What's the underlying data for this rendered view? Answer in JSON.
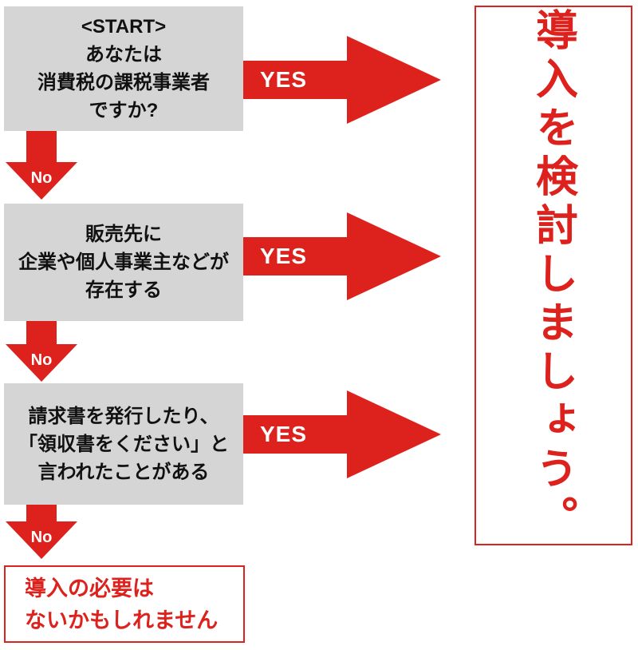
{
  "colors": {
    "accent_red": "#dd221e",
    "box_gray": "#d5d5d5",
    "text_dark": "#111111",
    "arrow_label_white": "#ffffff"
  },
  "steps": [
    {
      "lines": [
        "<START>",
        "あなたは",
        "消費税の課税事業者",
        "ですか?"
      ],
      "yes_label": "YES",
      "no_label": "No"
    },
    {
      "lines": [
        "販売先に",
        "企業や個人事業主などが",
        "存在する"
      ],
      "yes_label": "YES",
      "no_label": "No"
    },
    {
      "lines": [
        "請求書を発行したり、",
        "「領収書をください」と",
        "言われたことがある"
      ],
      "yes_label": "YES",
      "no_label": "No"
    }
  ],
  "yes_outcome": {
    "text": "導入を検討しましょう。"
  },
  "no_outcome": {
    "lines": [
      "導入の必要は",
      "ないかもしれません"
    ]
  }
}
